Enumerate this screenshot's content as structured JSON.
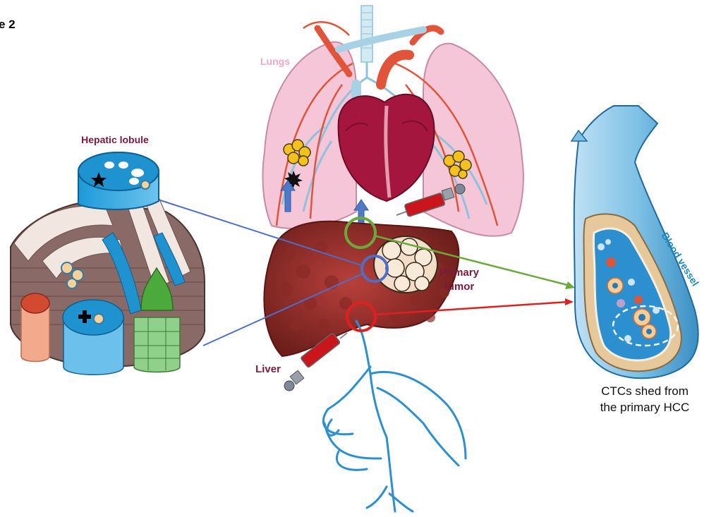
{
  "figure": {
    "label": "e 2"
  },
  "labels": {
    "hepatic_lobule": "Hepatic lobule",
    "lungs": "Lungs",
    "primary_tumor_line1": "Primary",
    "primary_tumor_line2": "tumor",
    "liver": "Liver",
    "blood_vessel": "Blood vessel",
    "caption_line1": "CTCs shed from",
    "caption_line2": "the primary HCC"
  },
  "colors": {
    "label_maroon": "#7b1a3a",
    "lungs_pink": "#f0a8c8",
    "blood_vessel_blue": "#1e88c8",
    "circle_green": "#6aaa3a",
    "circle_blue": "#4c6ec8",
    "circle_red": "#e02020",
    "line_blue": "#4c6ec8",
    "line_green": "#6aaa3a",
    "line_red": "#e02020"
  },
  "icons": {
    "star": "star-icon",
    "plus": "plus-icon",
    "burst": "burst-icon"
  }
}
